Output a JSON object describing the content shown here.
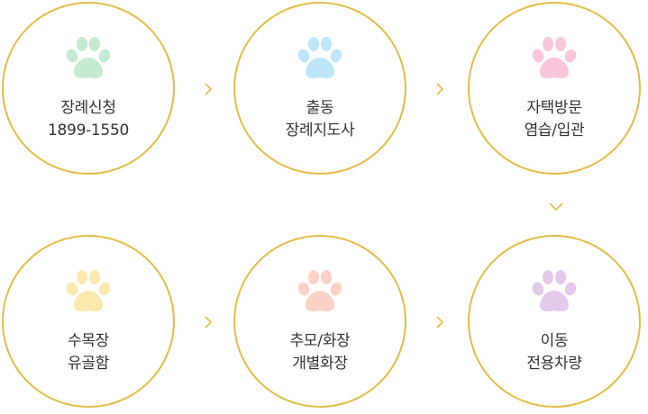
{
  "steps": [
    {
      "line1": "장례신청",
      "line2": "1899-1550",
      "paw_color": "#c4eacf",
      "icon": "paw-icon"
    },
    {
      "line1": "출동",
      "line2": "장례지도사",
      "paw_color": "#bde6f8",
      "icon": "paw-icon"
    },
    {
      "line1": "자택방문",
      "line2": "염습/입관",
      "paw_color": "#f9c6dc",
      "icon": "paw-icon"
    },
    {
      "line1": "수목장",
      "line2": "유골함",
      "paw_color": "#fbe8ae",
      "icon": "paw-icon"
    },
    {
      "line1": "추모/화장",
      "line2": "개별화장",
      "paw_color": "#fdd2c6",
      "icon": "paw-icon"
    },
    {
      "line1": "이동",
      "line2": "전용차량",
      "paw_color": "#e3c9ec",
      "icon": "paw-icon"
    }
  ],
  "colors": {
    "circle_border": "#e2bc45",
    "arrow": "#e2bc45",
    "text": "#333333"
  },
  "arrows": [
    "chevron-right-icon",
    "chevron-right-icon",
    "chevron-down-icon",
    "chevron-right-icon",
    "chevron-right-icon"
  ]
}
